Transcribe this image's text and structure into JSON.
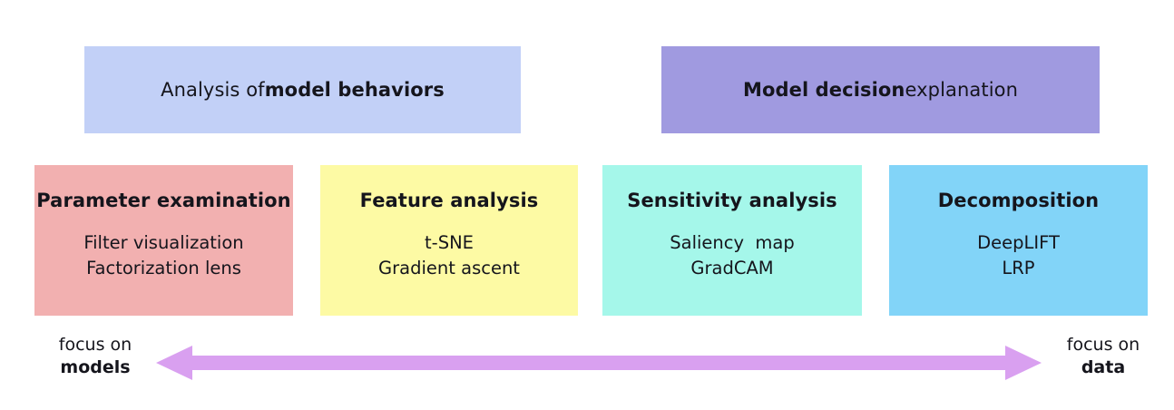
{
  "banners": [
    {
      "id": "analysis",
      "text_regular_leading": "Analysis of ",
      "text_bold": "model behaviors",
      "text_regular_trailing": "",
      "full_text": "Analysis of model behaviors",
      "color": "#c2d0f7"
    },
    {
      "id": "decision",
      "text_regular_leading": "",
      "text_bold": "Model decision",
      "text_regular_trailing": " explanation",
      "full_text": "Model decision explanation",
      "color": "#a09ae0"
    }
  ],
  "method_boxes": [
    {
      "id": "parameter",
      "title": "Parameter examination",
      "items": "Filter visualization\nFactorization lens",
      "color": "#f2b0b0"
    },
    {
      "id": "feature",
      "title": "Feature analysis",
      "items": "t-SNE\nGradient ascent",
      "color": "#fdfaa4"
    },
    {
      "id": "sensitivity",
      "title": "Sensitivity analysis",
      "items": "Saliency  map\nGradCAM",
      "color": "#a5f7ea"
    },
    {
      "id": "decomposition",
      "title": "Decomposition",
      "items": "DeepLIFT\nLRP",
      "color": "#82d4f8"
    }
  ],
  "axis": {
    "arrow_color": "#d9a0f0",
    "arrow_icon": "double-headed-horizontal-arrow",
    "left_label_top": "focus on",
    "left_label_bottom": "models",
    "right_label_top": "focus on",
    "right_label_bottom": "data"
  }
}
